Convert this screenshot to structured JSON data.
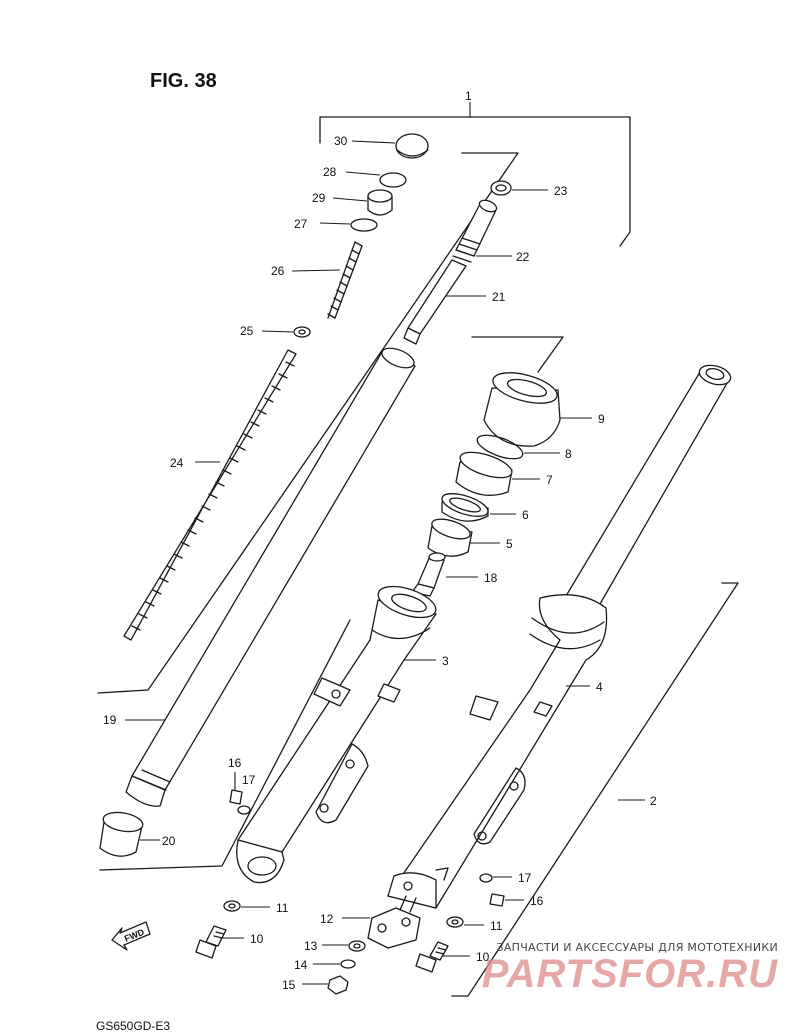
{
  "figure": {
    "title": "FIG. 38",
    "code": "GS650GD-E3"
  },
  "labels": [
    "1",
    "2",
    "3",
    "4",
    "5",
    "6",
    "7",
    "8",
    "9",
    "10",
    "10",
    "11",
    "11",
    "12",
    "13",
    "14",
    "15",
    "16",
    "16",
    "17",
    "17",
    "18",
    "19",
    "20",
    "21",
    "22",
    "23",
    "24",
    "25",
    "26",
    "27",
    "28",
    "29",
    "30"
  ],
  "fwd_label": "FWD",
  "watermark": {
    "tagline": "ЗАПЧАСТИ И АКСЕССУАРЫ ДЛЯ МОТОТЕХНИКИ",
    "logo": "PARTSFOR.RU"
  }
}
